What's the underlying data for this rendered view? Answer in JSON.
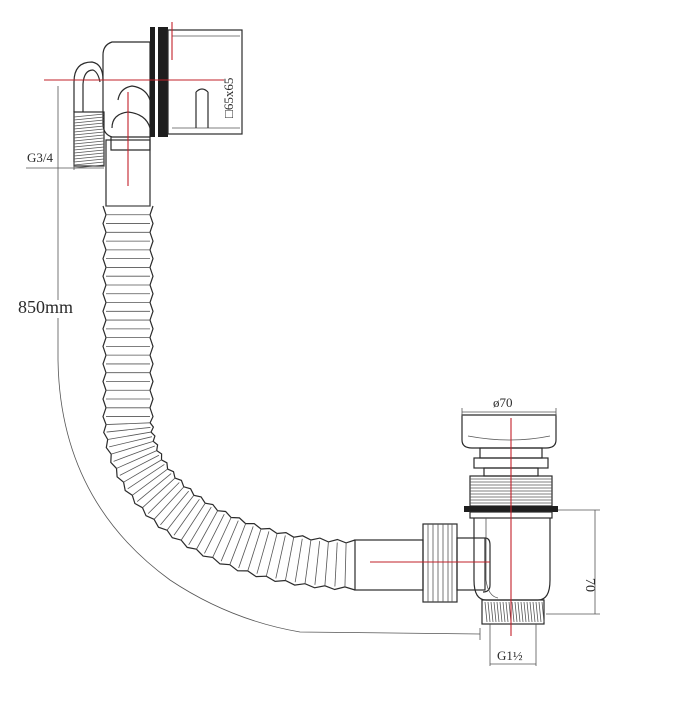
{
  "diagram": {
    "labels": {
      "top_square": "□65x65",
      "inlet_thread": "G3/4",
      "length": "850mm",
      "waste_diameter": "ø70",
      "waste_height": "70",
      "outlet_thread": "G1½"
    },
    "colors": {
      "outline": "#2b2b2b",
      "centerline": "#c2212a",
      "background": "#ffffff"
    }
  }
}
